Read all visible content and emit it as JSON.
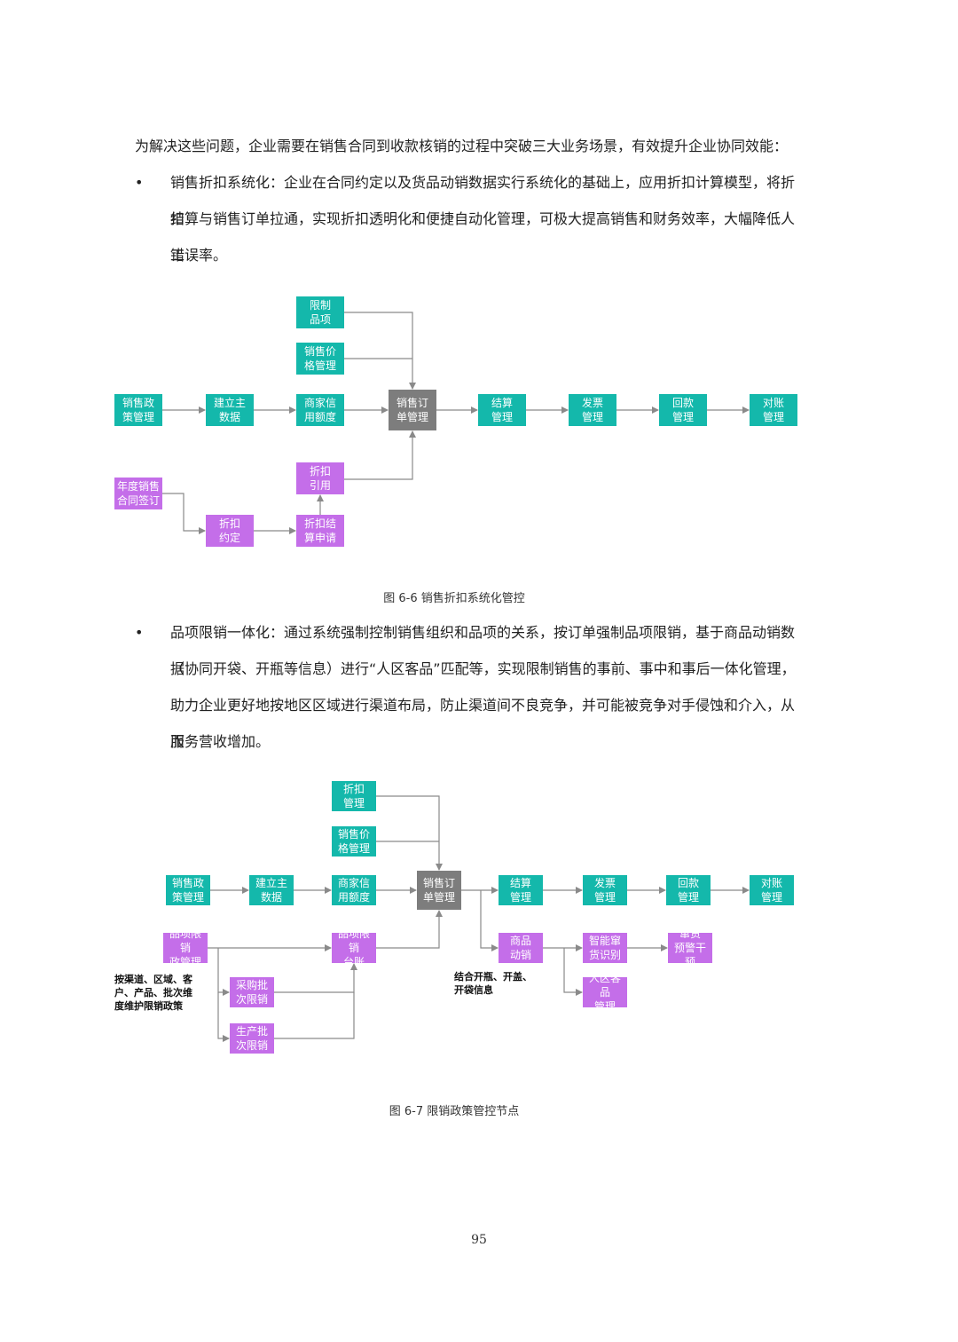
{
  "intro": "为解决这些问题，企业需要在销售合同到收款核销的过程中突破三大业务场景，有效提升企业协同效能：",
  "bullet_symbol": "•",
  "section1": {
    "line1": "销售折扣系统化：企业在合同约定以及货品动销数据实行系统化的基础上，应用折扣计算模型，将折扣",
    "line2": "结算与销售订单拉通，实现折扣透明化和便捷自动化管理，可极大提高销售和财务效率，大幅降低人工",
    "line3": "错误率。"
  },
  "figure1": {
    "caption": "图 6-6  销售折扣系统化管控",
    "nodes": {
      "limit_items": "限制\n品项",
      "price_mgmt": "销售价\n格管理",
      "policy_mgmt": "销售政\n策管理",
      "master_data": "建立主\n数据",
      "credit_limit": "商家信\n用额度",
      "order_mgmt": "销售订\n单管理",
      "settlement": "结算\n管理",
      "invoice": "发票\n管理",
      "payment": "回款\n管理",
      "reconcile": "对账\n管理",
      "discount_ref": "折扣\n引用",
      "annual_contract": "年度销售\n合同签订",
      "discount_agree": "折扣\n约定",
      "discount_settle": "折扣结\n算申请"
    }
  },
  "section2": {
    "line1": "品项限销一体化：通过系统强制控制销售组织和品项的关系，按订单强制品项限销，基于商品动销数据",
    "line2": "（协同开袋、开瓶等信息）进行“人区客品”匹配等，实现限制销售的事前、事中和事后一体化管理，",
    "line3": "助力企业更好地按地区区域进行渠道布局，防止渠道间不良竞争，并可能被竞争对手侵蚀和介入，从而",
    "line4": "服务营收增加。"
  },
  "figure2": {
    "caption": "图 6-7  限销政策管控节点",
    "nodes": {
      "discount_mgmt": "折扣\n管理",
      "price_mgmt": "销售价\n格管理",
      "policy_mgmt": "销售政\n策管理",
      "master_data": "建立主\n数据",
      "credit_limit": "商家信\n用额度",
      "order_mgmt": "销售订\n单管理",
      "settlement": "结算\n管理",
      "invoice": "发票\n管理",
      "payment": "回款\n管理",
      "reconcile": "对账\n管理",
      "item_policy": "品项限销\n政管理",
      "item_ledger": "品项限销\n台账",
      "purchase_batch": "采购批\n次限销",
      "production_batch": "生产批\n次限销",
      "goods_sales": "商品\n动销",
      "smart_detect": "智能窜\n货识别",
      "warning": "窜货\n预警干预",
      "matching": "人区客品\n管理"
    },
    "note_left": "按渠道、区域、客\n户、产品、批次维\n度维护限销政策",
    "note_right": "结合开瓶、开盖、\n开袋信息"
  },
  "page_number": "95",
  "colors": {
    "teal": "#14b8ab",
    "purple": "#c46ee9",
    "gray": "#7d7d7d",
    "arrow": "#8a8a8a"
  }
}
